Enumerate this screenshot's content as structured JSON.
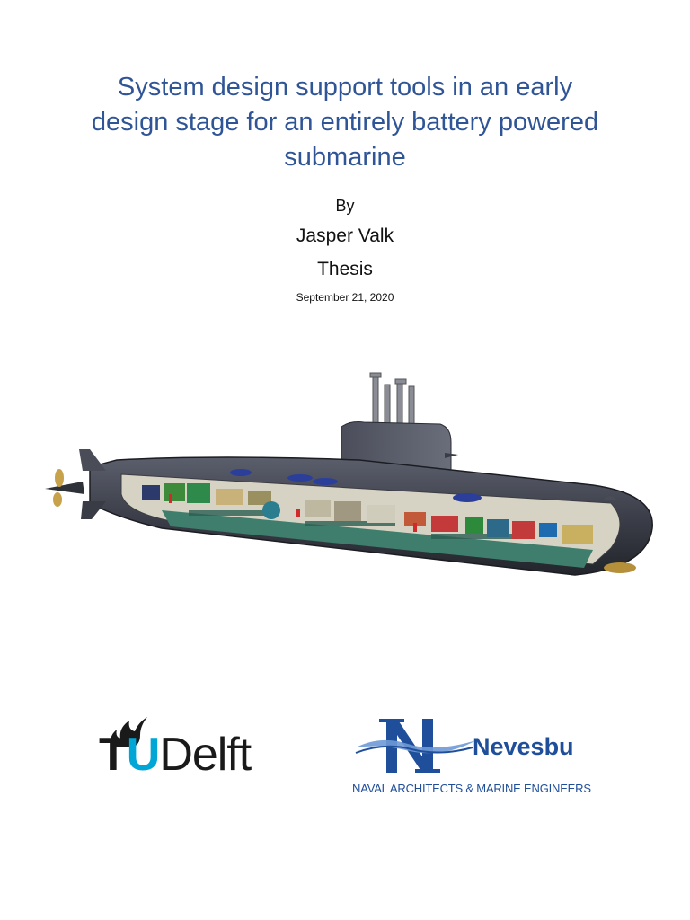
{
  "document": {
    "title_lines": [
      "System design support tools in an early",
      "design stage for an entirely battery powered",
      "submarine"
    ],
    "by_label": "By",
    "author": "Jasper Valk",
    "document_type": "Thesis",
    "date": "September 21, 2020"
  },
  "logos": {
    "tudelft": {
      "part_t": "T",
      "part_u": "U",
      "part_delft": "Delft",
      "accent_color": "#00a6d6"
    },
    "nevesbu": {
      "name": "Nevesbu",
      "tagline": "NAVAL ARCHITECTS & MARINE ENGINEERS",
      "brand_color": "#1f4e9a"
    }
  },
  "colors": {
    "title": "#2f5597"
  }
}
